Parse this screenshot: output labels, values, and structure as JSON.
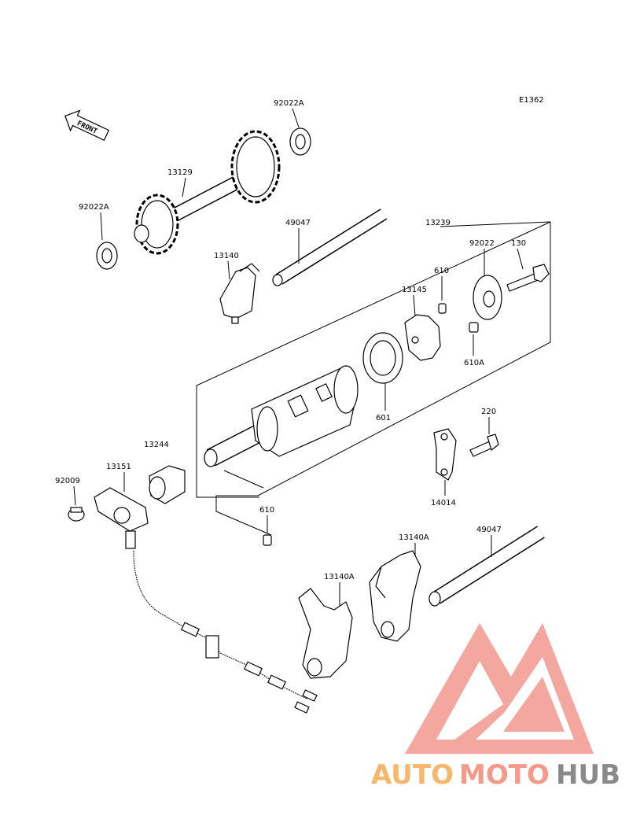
{
  "diagram": {
    "code": "E1362",
    "front_label": "FRONT",
    "parts": {
      "washer_top": "92022A",
      "shaft_gears": "13129",
      "washer_left": "92022A",
      "rod_upper": "49047",
      "assembly": "13239",
      "fork_upper": "13140",
      "pin_upper": "610",
      "cam_plate": "13145",
      "washer_cam": "92022",
      "bolt_cam": "130",
      "pin_610a": "610A",
      "bearing": "601",
      "bolt_220": "220",
      "plate_14014": "14014",
      "cam_13244": "13244",
      "switch_13151": "13151",
      "screw_92009": "92009",
      "pin_lower": "610",
      "fork_13140a_right": "13140A",
      "rod_lower": "49047",
      "fork_13140a_left": "13140A"
    }
  },
  "watermark": {
    "part1": "AUTO",
    "part2": "MOTO",
    "part3": "HUB",
    "color1": "#f7b66a",
    "color2": "#f59a8a",
    "color3": "#8a8a8a",
    "logo_color": "#f08a80"
  }
}
